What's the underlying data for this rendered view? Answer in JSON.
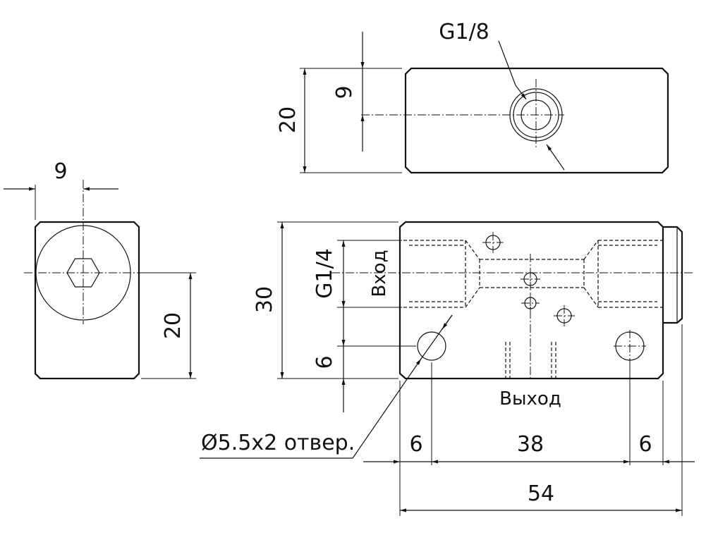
{
  "labels": {
    "thread_top": "G1/8",
    "dim_top_9": "9",
    "dim_top_20": "20",
    "dim_side_9": "9",
    "dim_side_20": "20",
    "dim_front_30": "30",
    "thread_front": "G1/4",
    "inlet": "Вход",
    "dim_front_6": "6",
    "outlet": "Выход",
    "holes_note": "Ø5.5x2 отвер.",
    "dim_bottom_left_6": "6",
    "dim_bottom_38": "38",
    "dim_bottom_right_6": "6",
    "dim_overall_54": "54"
  }
}
